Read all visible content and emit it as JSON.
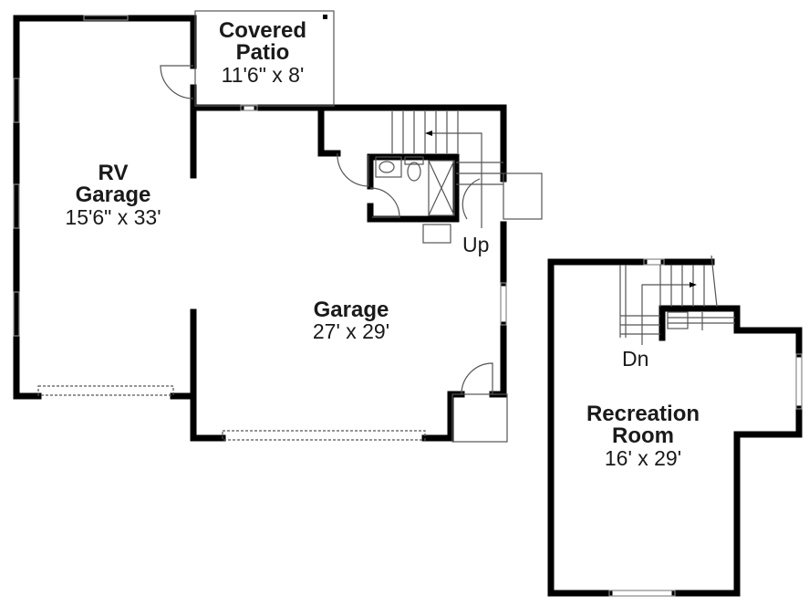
{
  "plan": {
    "rooms": [
      {
        "id": "rv_garage",
        "name_lines": [
          "RV",
          "Garage"
        ],
        "dimensions": "15'6\" x 33'"
      },
      {
        "id": "covered_patio",
        "name_lines": [
          "Covered",
          "Patio"
        ],
        "dimensions": "11'6\" x 8'"
      },
      {
        "id": "garage",
        "name_lines": [
          "Garage"
        ],
        "dimensions": "27' x 29'"
      },
      {
        "id": "recreation_room",
        "name_lines": [
          "Recreation",
          "Room"
        ],
        "dimensions": "16' x 29'"
      }
    ],
    "stair_labels": {
      "up": "Up",
      "down": "Dn"
    },
    "colors": {
      "wall": "#000000",
      "line": "#333333",
      "window": "#999999",
      "background": "#ffffff"
    }
  }
}
